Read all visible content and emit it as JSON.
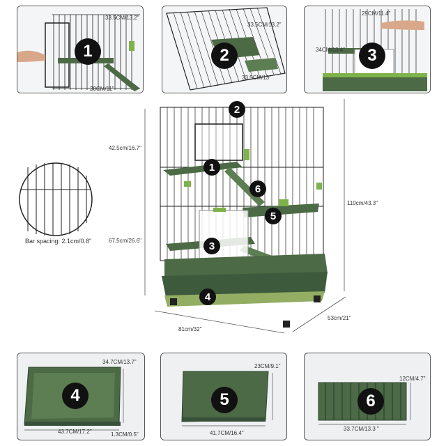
{
  "colors": {
    "tray_green": "#4b6a45",
    "tray_dark": "#36503a",
    "wire": "#1c1c1c",
    "accent": "#7fb24a",
    "badge": "#111111"
  },
  "top_panels": [
    {
      "number": "1",
      "dims": [
        "33.5CM/13.2\"",
        "28CM/11\""
      ]
    },
    {
      "number": "2",
      "dims": [
        "33.5CM/13.2\"",
        "33.5CM/13\""
      ]
    },
    {
      "number": "3",
      "dims": [
        "29CM/11.4\"",
        "34CM/13.4\""
      ]
    }
  ],
  "main": {
    "callouts": [
      "2",
      "1",
      "6",
      "5",
      "3",
      "4"
    ],
    "dims": {
      "upper_height": "42.5cm/16.7\"",
      "lower_height": "67.5cm/26.6\"",
      "total_height": "110cm/43.3\"",
      "width": "81cm/32\"",
      "depth": "53cm/21\""
    },
    "bar_spacing": "Bar spacing: 2.1cm/0.8\""
  },
  "bottom_panels": [
    {
      "number": "4",
      "dims": [
        "34.7CM/13.7\"",
        "43.7CM/17.2\"",
        "1.3CM/0.5\""
      ]
    },
    {
      "number": "5",
      "dims": [
        "23CM/9.1\"",
        "41.7CM/16.4\""
      ]
    },
    {
      "number": "6",
      "dims": [
        "12CM/4.7\"",
        "33.7CM/13.3 \""
      ]
    }
  ]
}
